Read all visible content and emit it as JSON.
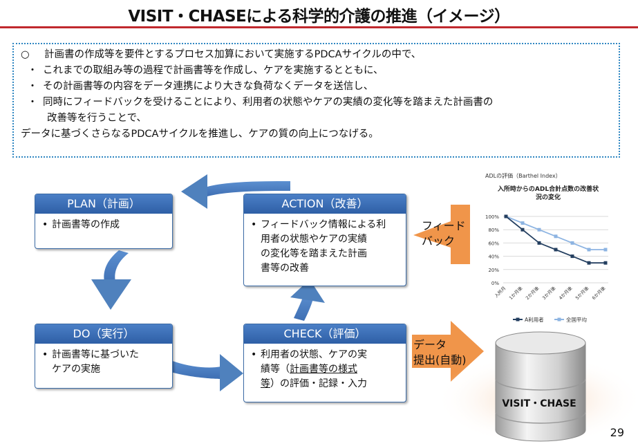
{
  "title": "VISIT・CHASEによる科学的介護の推進（イメージ）",
  "summary": {
    "mark": "○",
    "bullet": "・",
    "lines": [
      "計画書の作成等を要件とするプロセス加算において実施するPDCAサイクルの中で、",
      "これまでの取組み等の過程で計画書等を作成し、ケアを実施するとともに、",
      "その計画書等の内容をデータ連携により大きな負荷なくデータを送信し、",
      "同時にフィードバックを受けることにより、利用者の状態やケアの実績の変化等を踏まえた計画書の",
      "改善等を行うことで、",
      "データに基づくさらなるPDCAサイクルを推進し、ケアの質の向上につなげる。"
    ]
  },
  "cycle": {
    "plan": {
      "header": "PLAN（計画）",
      "items": [
        "計画書等の作成"
      ]
    },
    "action": {
      "header": "ACTION（改善）",
      "items": [
        "フィードバック情報による利",
        "用者の状態やケアの実績",
        "の変化等を踏まえた計画",
        "書等の改善"
      ]
    },
    "do": {
      "header": "DO（実行）",
      "items": [
        "計画書等に基づいた",
        "ケアの実施"
      ]
    },
    "check": {
      "header": "CHECK（評価）",
      "line1": "利用者の状態、ケアの実",
      "line2a": "績等（",
      "line2u": "計画書等の様式",
      "line3u": "等",
      "line3b": "）の評価・記録・入力"
    },
    "bullet": "•"
  },
  "feedback_label": [
    "フィード",
    "バック"
  ],
  "submit_label": [
    "データ",
    "提出(自動)"
  ],
  "database_label": "VISIT・CHASE",
  "page_number": "29",
  "colors": {
    "accent": "#c0282d",
    "box_header": "#2e5fa6",
    "cycle_arrow": "#4f81bd",
    "orange_arrow": "#f0954a"
  },
  "chart_data": {
    "type": "line",
    "title": "ADLの評価（Barthel Index）",
    "subtitle": "入所時からのADL合計点数の改善状況の変化",
    "categories": [
      "入所月",
      "1か月後",
      "2か月後",
      "3か月後",
      "4か月後",
      "5か月後",
      "6か月後"
    ],
    "y_ticks": [
      "0%",
      "20%",
      "40%",
      "60%",
      "80%",
      "100%"
    ],
    "ylim": [
      0,
      100
    ],
    "series": [
      {
        "name": "A利用者",
        "values": [
          100,
          80,
          60,
          50,
          40,
          30,
          30
        ],
        "color": "#243f60"
      },
      {
        "name": "全国平均",
        "values": [
          100,
          90,
          80,
          70,
          60,
          50,
          50
        ],
        "color": "#8db4e2"
      }
    ],
    "grid": true,
    "legend": "bottom"
  }
}
